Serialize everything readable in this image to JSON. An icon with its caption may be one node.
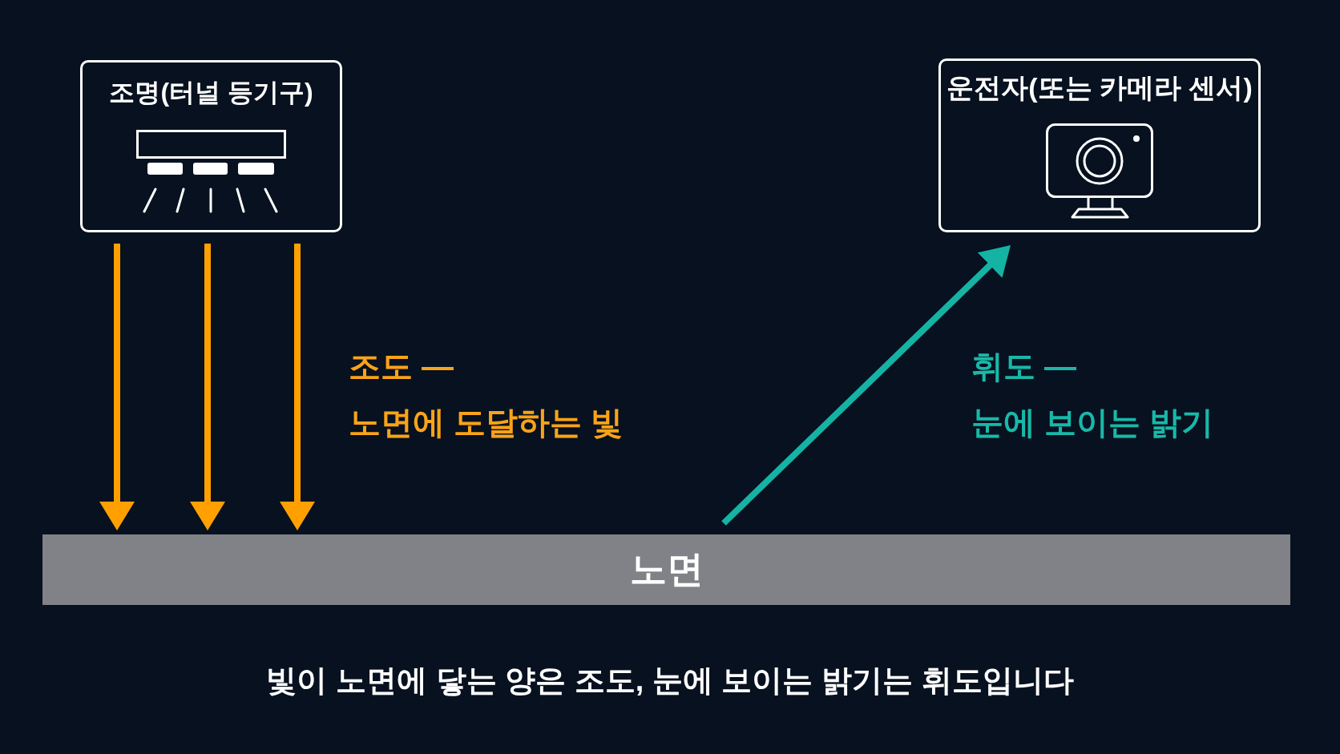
{
  "diagram": {
    "caption": "빛이 노면에 닿는 양은 조도, 눈에 보이는 밝기는 휘도입니다",
    "nodes": [
      {
        "text": [
          "조명(터널 등기구)"
        ]
      },
      {
        "text": [
          "운전자(또는 카메라 센서)"
        ]
      },
      {
        "text": [
          "노면"
        ]
      }
    ],
    "edges": [
      {
        "from": 0,
        "to": 2,
        "arrow": "to"
      },
      {
        "from": 0,
        "to": 2,
        "arrow": "to"
      },
      {
        "from": 0,
        "to": 2,
        "arrow": "to"
      },
      {
        "from": 2,
        "to": 1,
        "arrow": "to",
        "color": "#14b3a4"
      }
    ],
    "labels": [
      "조도 —",
      "노면에 도달하는 빛",
      "휘도 —",
      "눈에 보이는 밝기"
    ]
  }
}
